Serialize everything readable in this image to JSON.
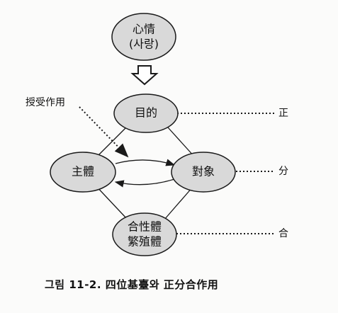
{
  "nodes": {
    "heart": {
      "line1": "心情",
      "line2": "(사랑)"
    },
    "purpose": {
      "label": "目的"
    },
    "subject": {
      "label": "主體"
    },
    "object": {
      "label": "對象"
    },
    "union": {
      "line1": "合性體",
      "line2": "繁殖體"
    }
  },
  "labels": {
    "give_receive": "授受作用",
    "thesis": "正",
    "division": "分",
    "synthesis": "合"
  },
  "caption": "그림 11-2. 四位基臺와 正分合作用",
  "colors": {
    "node_fill": "#d9d9d9",
    "stroke": "#1a1a1a",
    "background": "#fbfbfa"
  }
}
